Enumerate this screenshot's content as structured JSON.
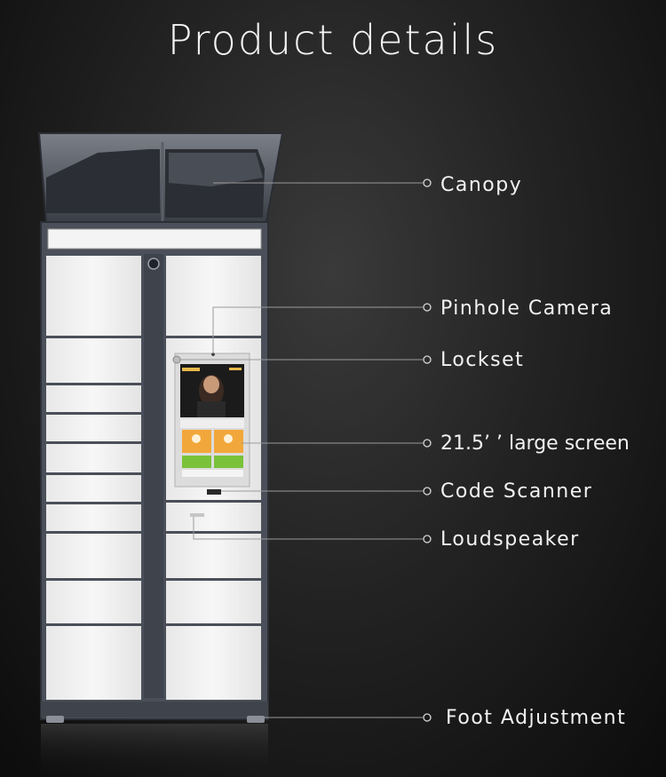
{
  "title": "Product details",
  "callouts": [
    {
      "id": "canopy",
      "label": "Canopy"
    },
    {
      "id": "pinhole-camera",
      "label": "Pinhole Camera"
    },
    {
      "id": "lockset",
      "label": "Lockset"
    },
    {
      "id": "screen",
      "label": "21.5’ ’ large screen"
    },
    {
      "id": "code-scanner",
      "label": "Code Scanner"
    },
    {
      "id": "loudspeaker",
      "label": "Loudspeaker"
    },
    {
      "id": "foot-adjustment",
      "label": "Foot Adjustment"
    }
  ],
  "colors": {
    "cabinet_frame": "#4a4f59",
    "door": "#f1f1f1",
    "callout_line": "#9a9a9a",
    "screen_tile_orange": "#f2a73a",
    "screen_tile_green": "#79c23a"
  }
}
